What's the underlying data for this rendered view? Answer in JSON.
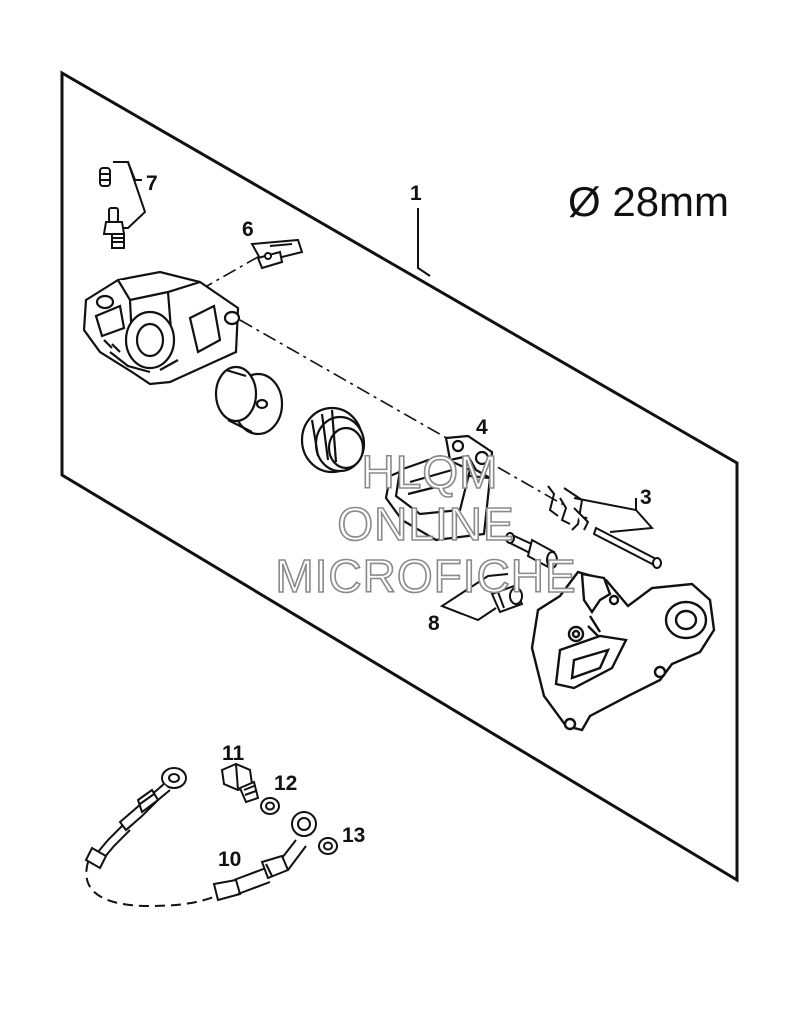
{
  "spec_label": "Ø 28mm",
  "callouts": {
    "c1": "1",
    "c3": "3",
    "c4": "4",
    "c6": "6",
    "c7": "7",
    "c8": "8",
    "c10": "10",
    "c11": "11",
    "c12": "12",
    "c13": "13"
  },
  "watermark": {
    "line1": "HLQM",
    "line2": "ONLINE",
    "line3": "MICROFICHE"
  }
}
